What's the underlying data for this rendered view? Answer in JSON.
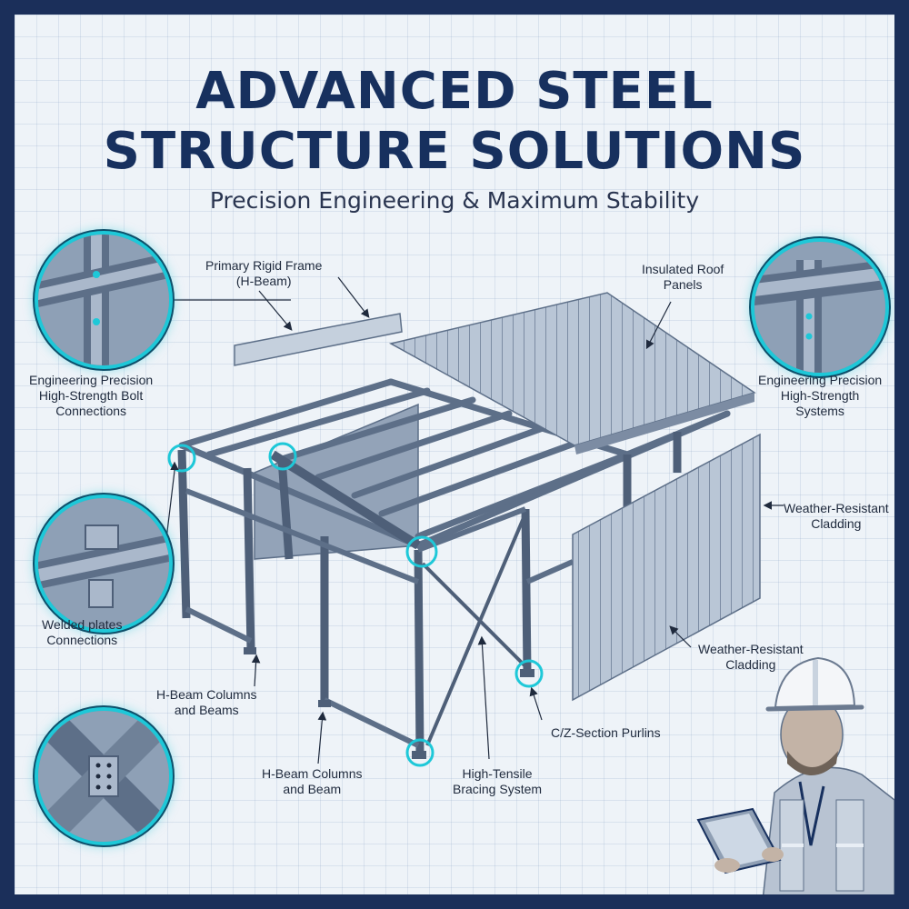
{
  "title": {
    "line1": "ADVANCED STEEL",
    "line2": "STRUCTURE SOLUTIONS",
    "subtitle": "Precision Engineering & Maximum Stability"
  },
  "labels": {
    "primary_frame": [
      "Primary Rigid Frame",
      "(H-Beam)"
    ],
    "roof_panels": [
      "Insulated Roof",
      "Panels"
    ],
    "bolt_connections": [
      "Engineering Precision",
      "High-Strength Bolt",
      "Connections"
    ],
    "high_strength_systems": [
      "Engineering Precision",
      "High-Strength",
      "Systems"
    ],
    "welded_plates": [
      "Welded plates",
      "Connections"
    ],
    "columns_beams_1": [
      "H-Beam Columns",
      "and Beams"
    ],
    "columns_beams_2": [
      "H-Beam Columns",
      "and Beam"
    ],
    "bracing": [
      "High-Tensile",
      "Bracing System"
    ],
    "purlins": "C/Z-Section Purlins",
    "cladding_1": [
      "Weather-Resistant",
      "Cladding"
    ],
    "cladding_2": [
      "Weather-Resistant",
      "Cladding"
    ]
  },
  "colors": {
    "navy": "#17305e",
    "accent": "#1ec8d8",
    "steel": "#5d6f88",
    "steel_light": "#aab8cb"
  },
  "icons": {
    "hard_hat": "hard-hat-icon",
    "tablet": "tablet-icon"
  }
}
